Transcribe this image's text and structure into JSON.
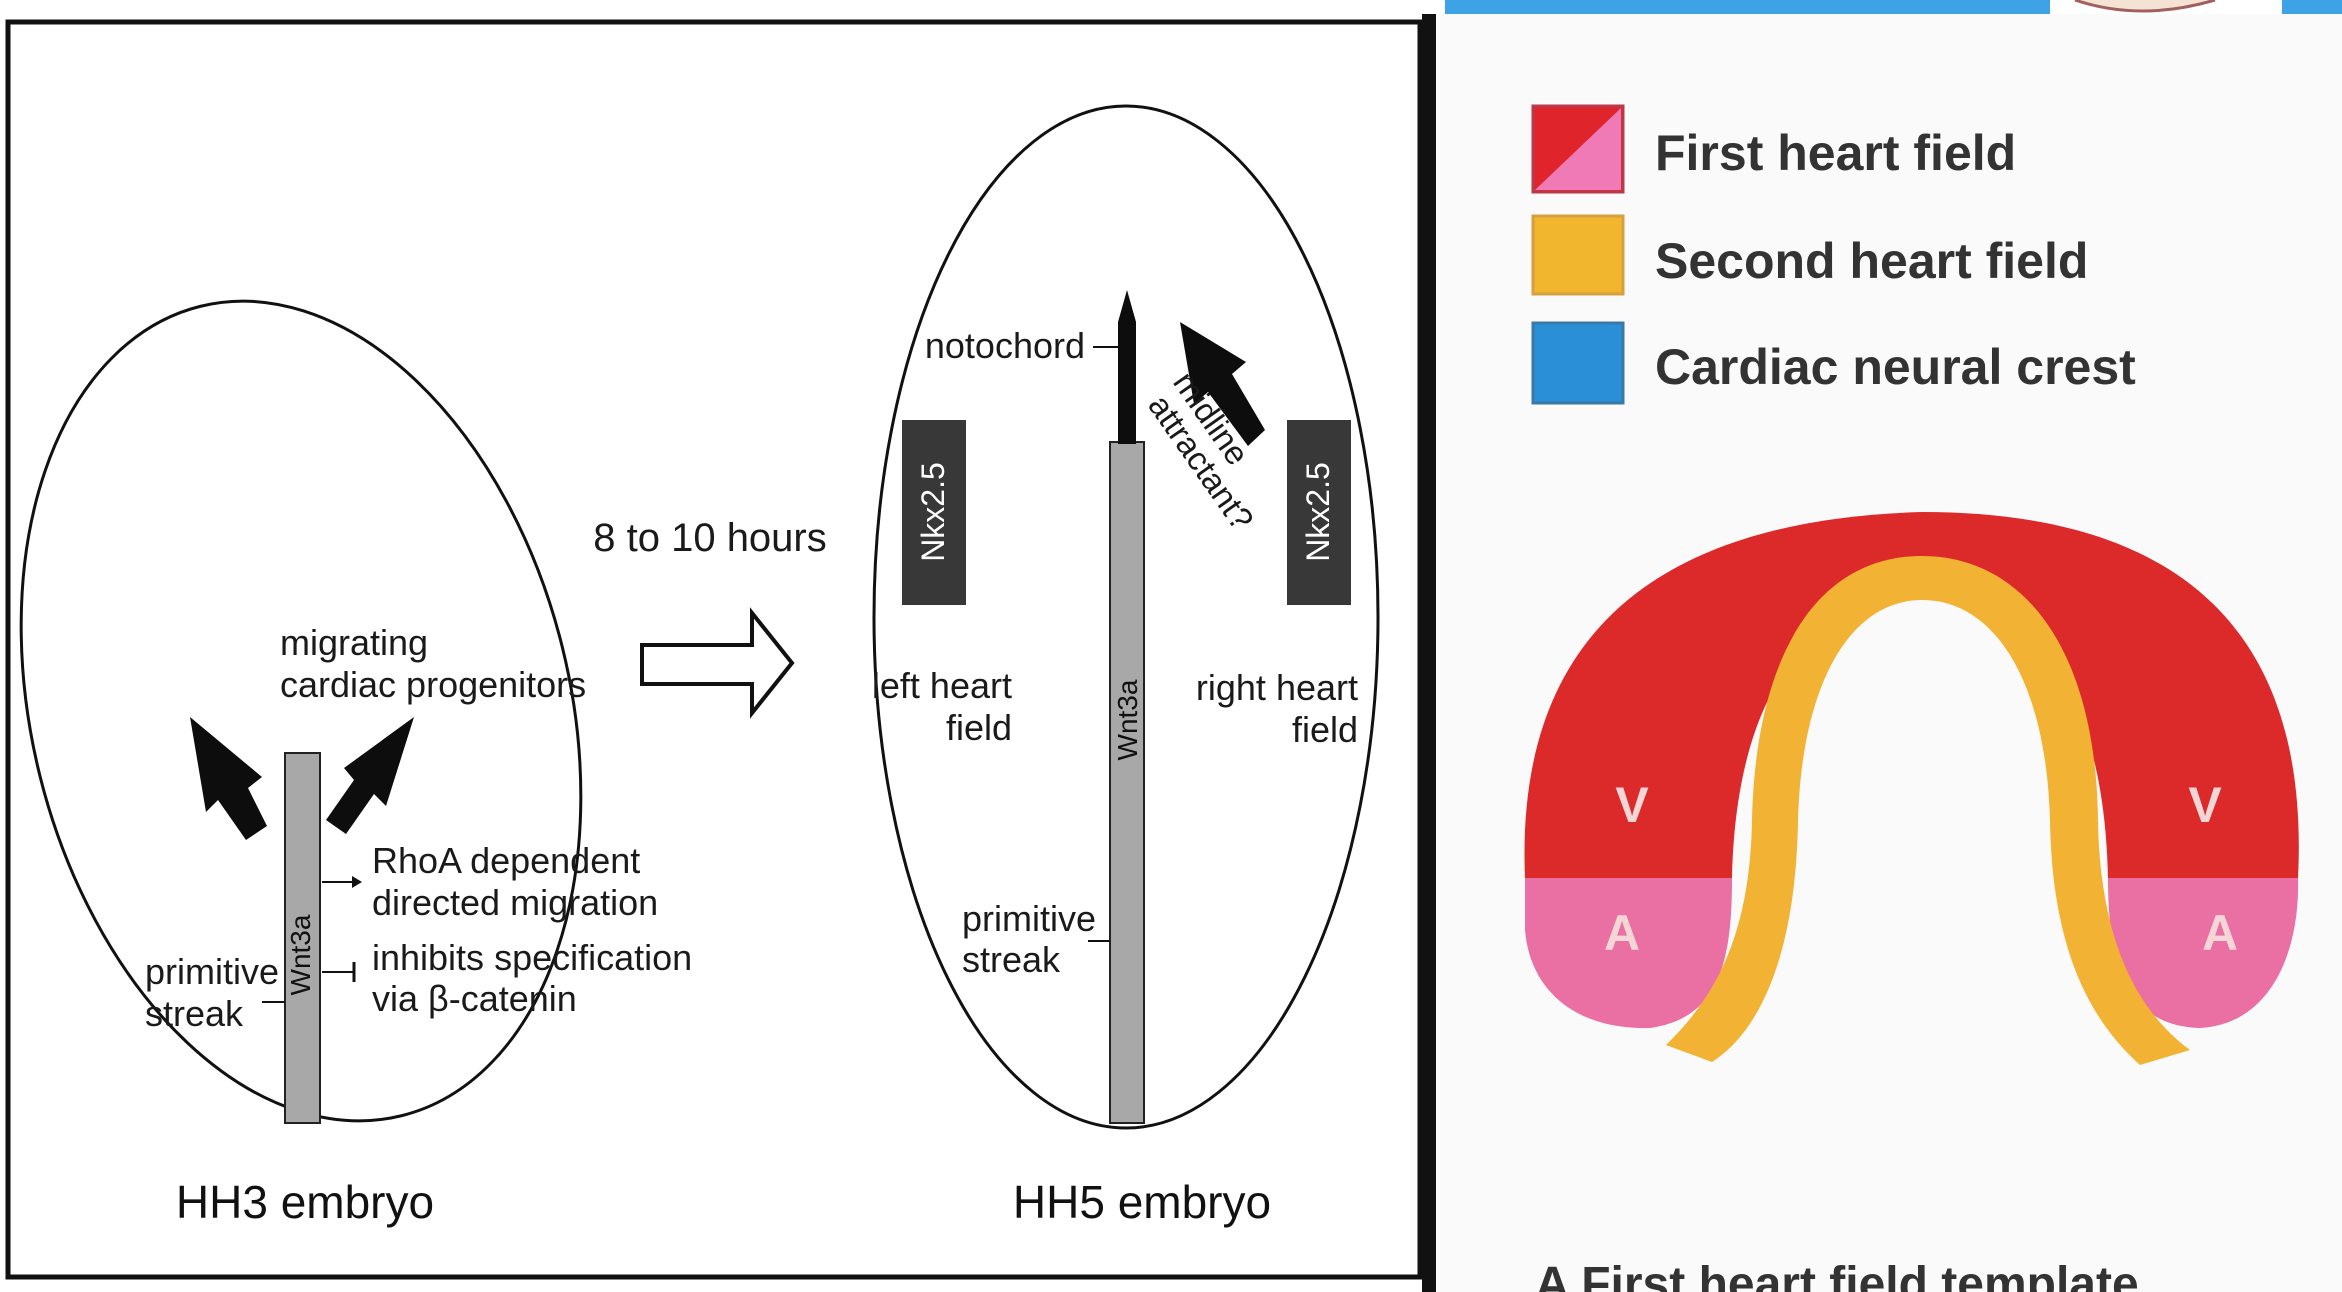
{
  "left_panel": {
    "hh3": {
      "title": "HH3 embryo",
      "migrating_line1": "migrating",
      "migrating_line2": "cardiac progenitors",
      "rhoa_line1": "RhoA dependent",
      "rhoa_line2": "directed migration",
      "inhibits_line1": "inhibits specification",
      "inhibits_line2": "via β-catenin",
      "streak_line1": "primitive",
      "streak_line2": "streak",
      "wnt": "Wnt3a"
    },
    "transition": "8 to 10 hours",
    "hh5": {
      "title": "HH5 embryo",
      "notochord": "notochord",
      "midline_line1": "midline",
      "midline_line2": "attractant?",
      "nkx_left": "Nkx2.5",
      "nkx_right": "Nkx2.5",
      "left_field_line1": "left heart",
      "left_field_line2": "field",
      "right_field_line1": "right heart",
      "right_field_line2": "field",
      "streak_line1": "primitive",
      "streak_line2": "streak",
      "wnt": "Wnt3a"
    }
  },
  "right_panel": {
    "legend": [
      {
        "label": "First heart field",
        "color": "#e0242b",
        "color2": "#f07ab5"
      },
      {
        "label": "Second heart field",
        "color": "#f2b52e"
      },
      {
        "label": "Cardiac neural crest",
        "color": "#2a8fd6"
      }
    ],
    "heart_labels": {
      "v_left": "V",
      "v_right": "V",
      "a_left": "A",
      "a_right": "A"
    },
    "caption": "A  First heart field template"
  },
  "colors": {
    "top_banner": "#3da2e6",
    "nkx_box": "#383838",
    "streak_bar": "#a8a8a8",
    "heart_red": "#dc2a2a",
    "heart_pink": "#ea6fa2",
    "heart_yellow": "#f2b233"
  }
}
